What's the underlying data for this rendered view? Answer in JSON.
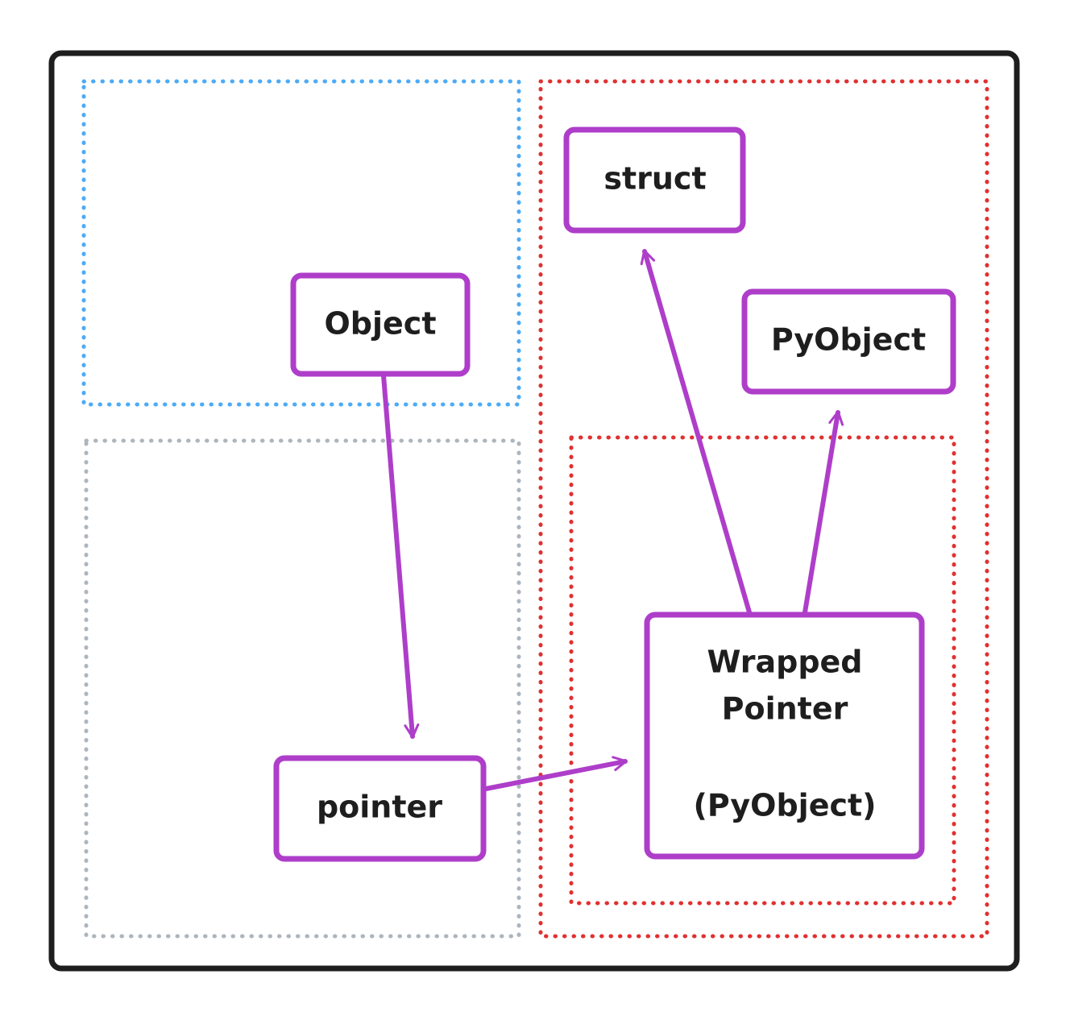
{
  "colors": {
    "frame": "#1e1e1e",
    "node_stroke": "#ae3ec9",
    "arrow": "#ae3ec9",
    "zone_blue": "#4dabf7",
    "zone_gray": "#adb5bd",
    "zone_red": "#e03131",
    "text": "#1e1e1e"
  },
  "nodes": {
    "object": {
      "label": "Object"
    },
    "pointer": {
      "label": "pointer"
    },
    "struct": {
      "label": "struct"
    },
    "pyobject": {
      "label": "PyObject"
    },
    "wrapped_pointer": {
      "line1": "Wrapped",
      "line2": "Pointer",
      "line3": "(PyObject)"
    }
  },
  "edges": [
    {
      "from": "object",
      "to": "pointer"
    },
    {
      "from": "pointer",
      "to": "wrapped_pointer"
    },
    {
      "from": "wrapped_pointer",
      "to": "struct"
    },
    {
      "from": "wrapped_pointer",
      "to": "pyobject"
    }
  ]
}
